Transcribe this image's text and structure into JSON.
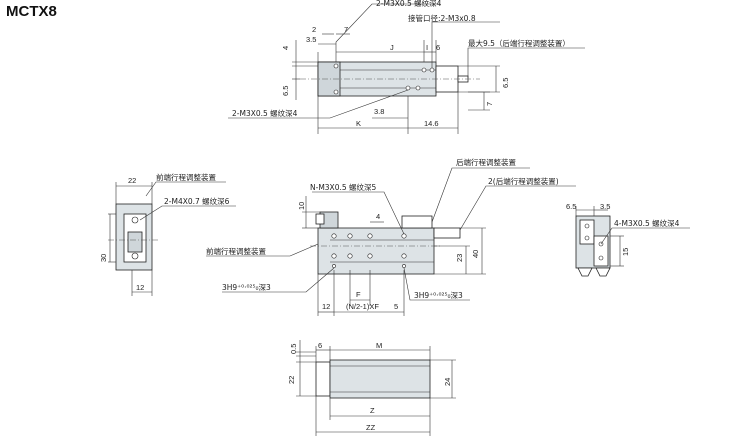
{
  "title": "MCTX8",
  "top_view": {
    "callouts": {
      "tap_top": "2-M3X0.5 螺纹深4",
      "port": "接管口径:2-M3x0.8",
      "max_stroke": "最大9.5（后端行程调整装置）",
      "tap_bottom": "2-M3X0.5 螺纹深4"
    },
    "dims": {
      "d2": "2",
      "d7": "7",
      "d3_5": "3.5",
      "dJ": "J",
      "dI": "I",
      "d6": "6",
      "d4": "4",
      "d6_5": "6.5",
      "d6_5r": "6.5",
      "d3_8": "3.8",
      "d7b": "7",
      "dK": "K",
      "d14_6": "14.6"
    }
  },
  "left_view": {
    "callouts": {
      "front_adj": "前端行程调整装置",
      "tap": "2-M4X0.7 螺纹深6"
    },
    "dims": {
      "d22": "22",
      "d30": "30",
      "d12": "12"
    }
  },
  "front_view": {
    "callouts": {
      "rear_adj": "后端行程调整装置",
      "rear_adj2": "2(后端行程调整装置)",
      "tap_n": "N-M3X0.5 螺纹深5",
      "front_adj": "前端行程调整装置",
      "pin_left": "3H9⁺⁰·⁰²⁵₀深3",
      "pin_right": "3H9⁺⁰·⁰²⁵₀深3"
    },
    "dims": {
      "d10": "10",
      "d4": "4",
      "d23": "23",
      "d40": "40",
      "d12": "12",
      "dF": "F",
      "dNXF": "(N/2-1)XF",
      "d5": "5"
    }
  },
  "right_view": {
    "callouts": {
      "tap": "4-M3X0.5 螺纹深4"
    },
    "dims": {
      "d6_5": "6.5",
      "d3_5": "3.5",
      "d15": "15"
    }
  },
  "bottom_view": {
    "dims": {
      "d0_5": "0.5",
      "d6": "6",
      "dM": "M",
      "d22": "22",
      "d24": "24",
      "dZ": "Z",
      "dZZ": "ZZ"
    }
  }
}
